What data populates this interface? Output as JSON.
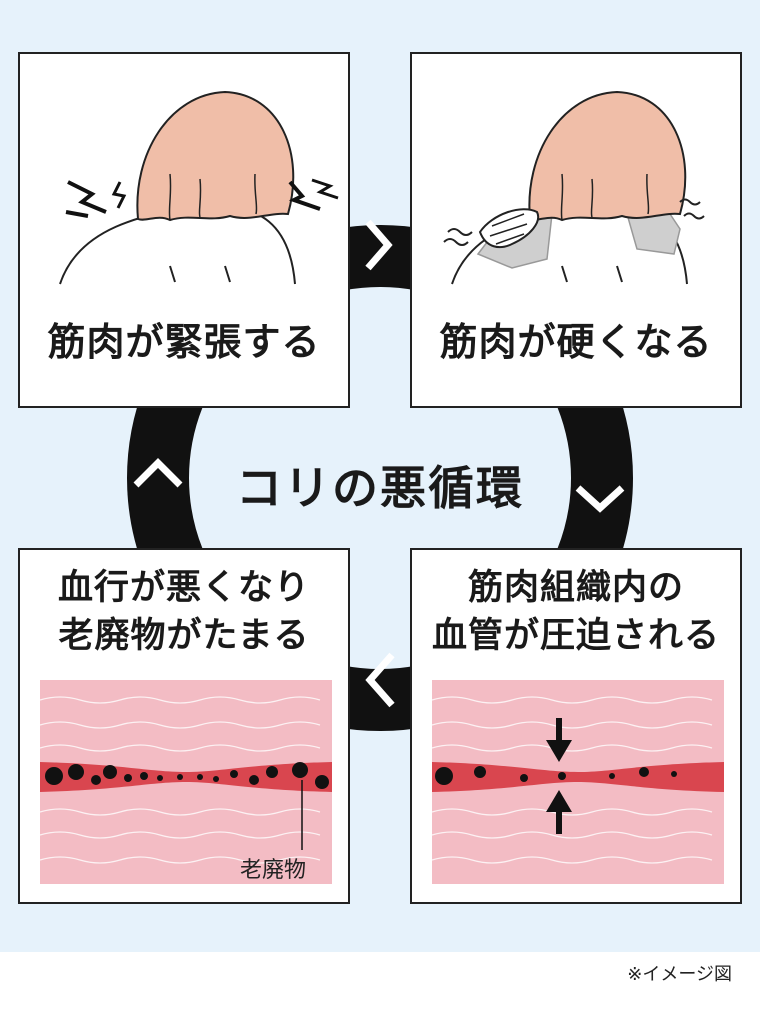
{
  "panels": {
    "top_left": {
      "label": "筋肉が緊張する"
    },
    "top_right": {
      "label": "筋肉が硬くなる"
    },
    "bottom_left": {
      "line1": "血行が悪くなり",
      "line2": "老廃物がたまる",
      "annotation": "老廃物"
    },
    "bottom_right": {
      "line1": "筋肉組織内の",
      "line2": "血管が圧迫される"
    }
  },
  "center": {
    "title": "コリの悪循環"
  },
  "footer": {
    "note": "※イメージ図"
  },
  "colors": {
    "background": "#e6f2fb",
    "skin": "#f0bea8",
    "muscle": "#f3bcc4",
    "vessel": "#d9464f",
    "cycle_arrow": "#111111"
  },
  "icons": [
    "lightning-icon",
    "hand-icon",
    "compress-arrows-icon"
  ]
}
